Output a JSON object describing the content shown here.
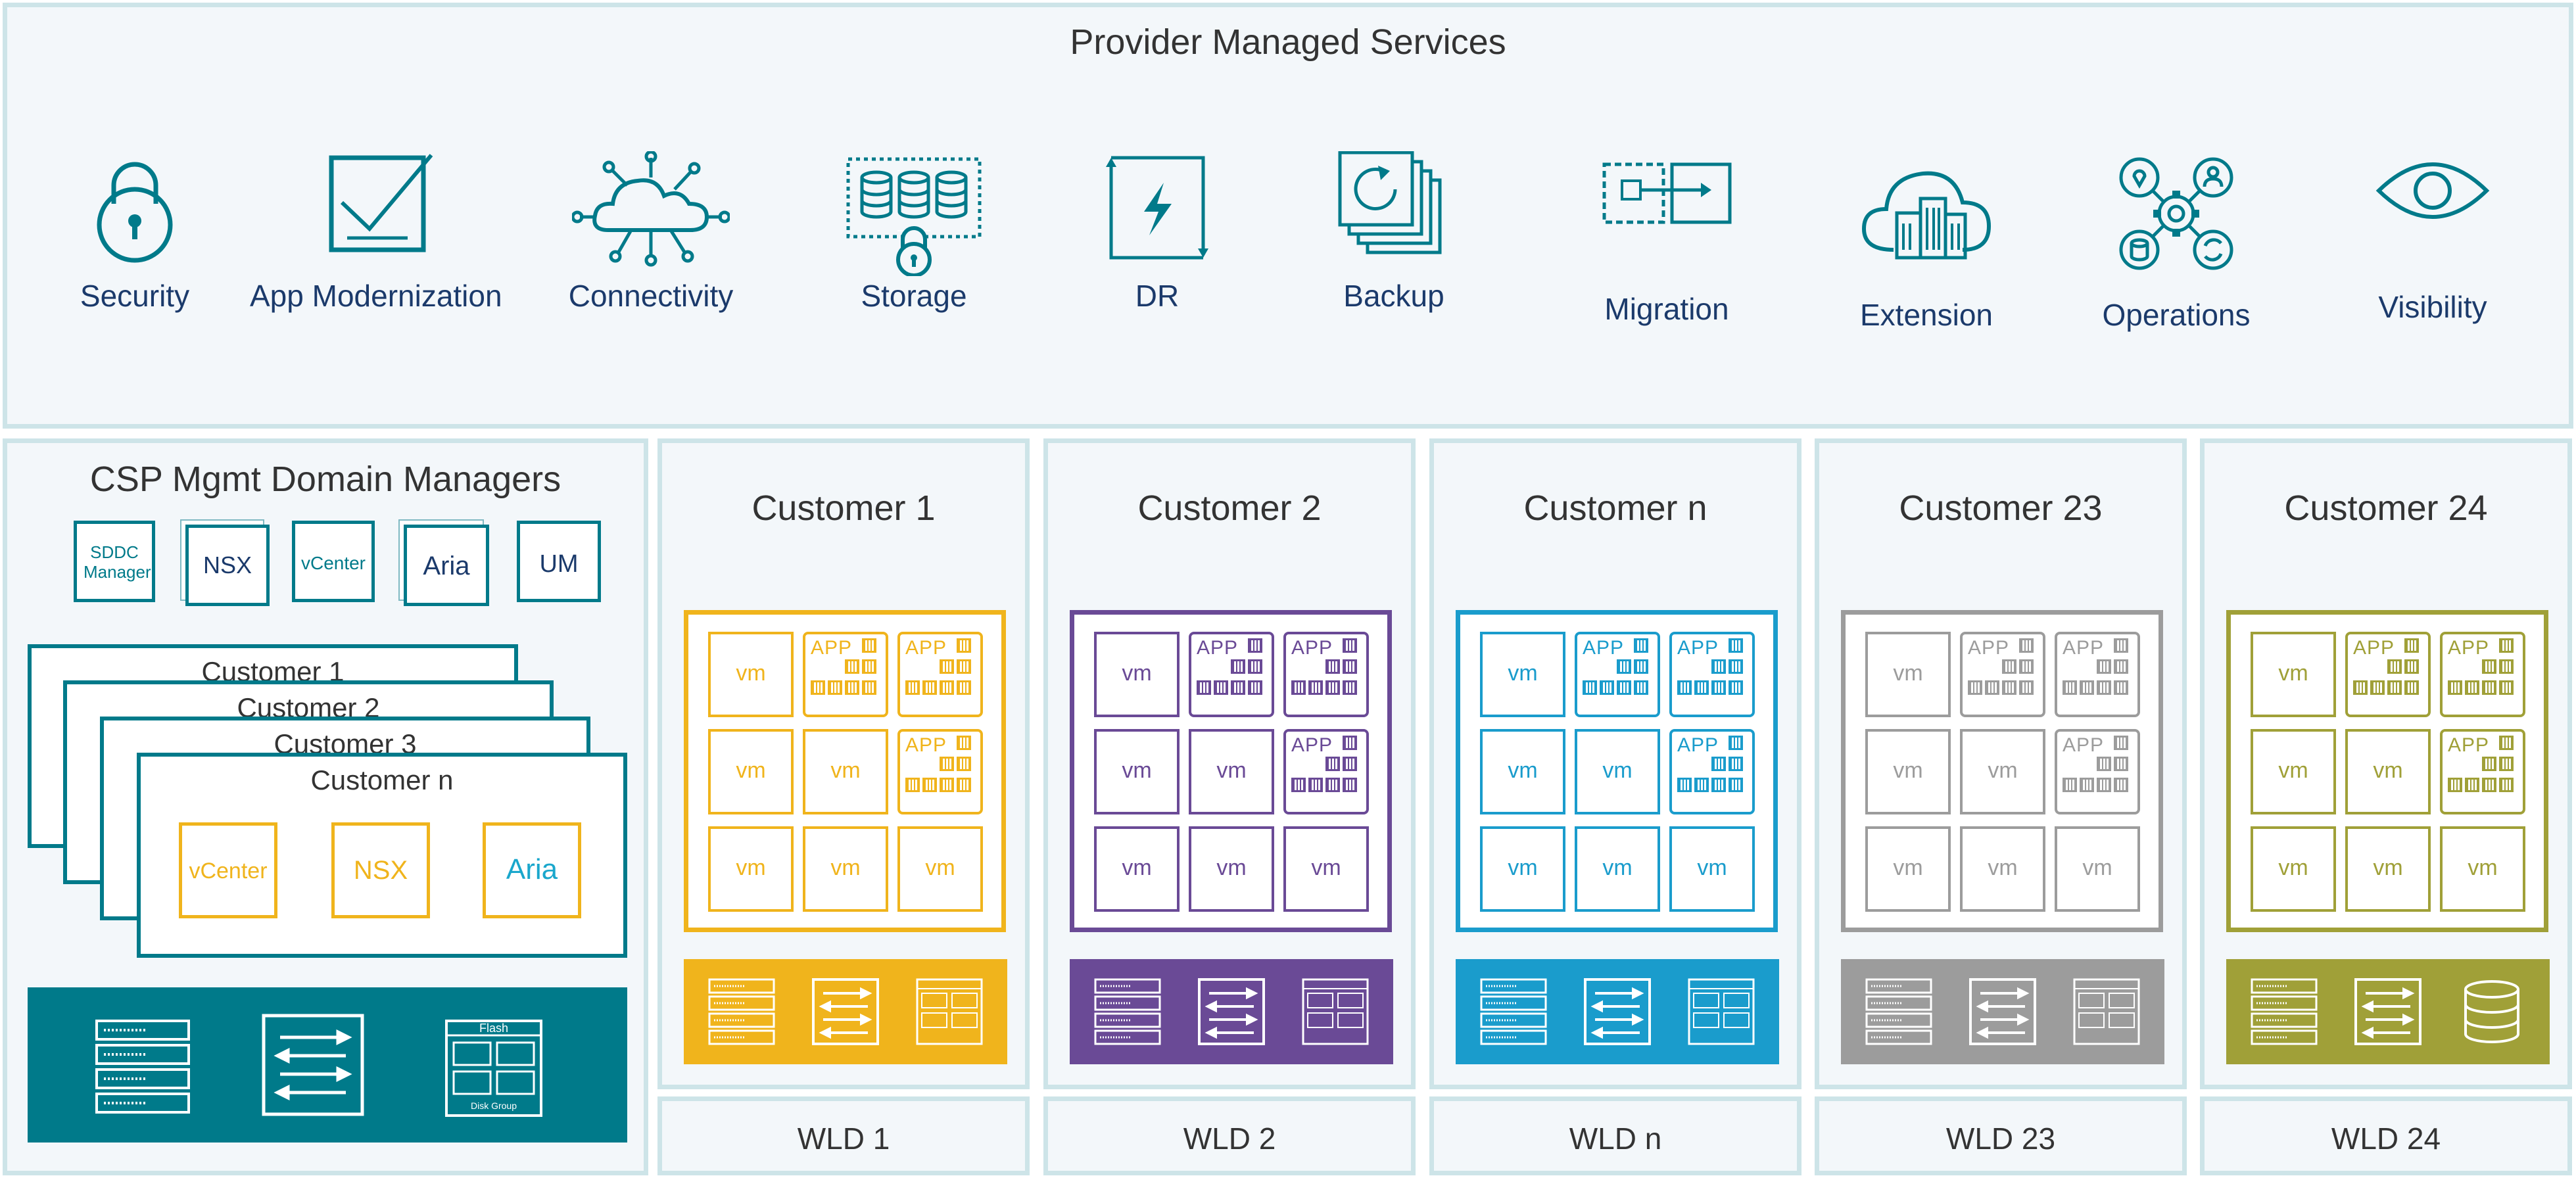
{
  "top": {
    "title": "Provider Managed Services"
  },
  "services": [
    {
      "label": "Security",
      "icon": "lock-icon"
    },
    {
      "label": "App Modernization",
      "icon": "checkbox-icon"
    },
    {
      "label": "Connectivity",
      "icon": "cloud-network-icon"
    },
    {
      "label": "Storage",
      "icon": "storage-lock-icon"
    },
    {
      "label": "DR",
      "icon": "lightning-icon"
    },
    {
      "label": "Backup",
      "icon": "backup-stack-icon"
    },
    {
      "label": "Migration",
      "icon": "migration-arrow-icon"
    },
    {
      "label": "Extension",
      "icon": "cloud-building-icon"
    },
    {
      "label": "Operations",
      "icon": "operations-gear-icon"
    },
    {
      "label": "Visibility",
      "icon": "eye-icon"
    }
  ],
  "mgmt": {
    "title": "CSP Mgmt Domain Managers",
    "managers": [
      "SDDC Manager",
      "NSX",
      "vCenter",
      "Aria",
      "UM"
    ],
    "customers": [
      "Customer 1",
      "Customer 2",
      "Customer 3",
      "Customer n"
    ],
    "customer_tiles": [
      "vCenter",
      "NSX",
      "Aria"
    ],
    "flash_label": "Flash",
    "disk_group_label": "Disk Group"
  },
  "workloads": [
    {
      "customer": "Customer 1",
      "wld": "WLD 1",
      "color": "#f0b41c"
    },
    {
      "customer": "Customer 2",
      "wld": "WLD 2",
      "color": "#6a4a96"
    },
    {
      "customer": "Customer n",
      "wld": "WLD n",
      "color": "#1a9ccc"
    },
    {
      "customer": "Customer 23",
      "wld": "WLD 23",
      "color": "#9c9c9c"
    },
    {
      "customer": "Customer 24",
      "wld": "WLD 24",
      "color": "#a0a038"
    }
  ],
  "grid_labels": {
    "vm": "vm",
    "app": "APP"
  },
  "colors": {
    "teal": "#007a8a",
    "navy": "#1b3a6b",
    "panel_border": "#cde4e8"
  }
}
